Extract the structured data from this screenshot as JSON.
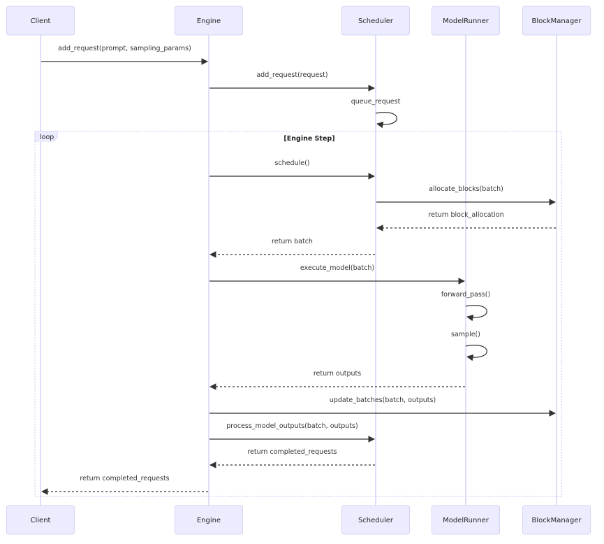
{
  "participants": [
    "Client",
    "Engine",
    "Scheduler",
    "ModelRunner",
    "BlockManager"
  ],
  "loop": {
    "keyword": "loop",
    "title": "[Engine Step]"
  },
  "messages": [
    {
      "from": "Client",
      "to": "Engine",
      "label": "add_request(prompt, sampling_params)",
      "style": "solid"
    },
    {
      "from": "Engine",
      "to": "Scheduler",
      "label": "add_request(request)",
      "style": "solid"
    },
    {
      "from": "Scheduler",
      "to": "Scheduler",
      "label": "queue_request",
      "style": "solid"
    },
    {
      "from": "Engine",
      "to": "Scheduler",
      "label": "schedule()",
      "style": "solid",
      "in_loop": true
    },
    {
      "from": "Scheduler",
      "to": "BlockManager",
      "label": "allocate_blocks(batch)",
      "style": "solid",
      "in_loop": true
    },
    {
      "from": "BlockManager",
      "to": "Scheduler",
      "label": "return block_allocation",
      "style": "dashed",
      "in_loop": true
    },
    {
      "from": "Scheduler",
      "to": "Engine",
      "label": "return batch",
      "style": "dashed",
      "in_loop": true
    },
    {
      "from": "Engine",
      "to": "ModelRunner",
      "label": "execute_model(batch)",
      "style": "solid",
      "in_loop": true
    },
    {
      "from": "ModelRunner",
      "to": "ModelRunner",
      "label": "forward_pass()",
      "style": "solid",
      "in_loop": true
    },
    {
      "from": "ModelRunner",
      "to": "ModelRunner",
      "label": "sample()",
      "style": "solid",
      "in_loop": true
    },
    {
      "from": "ModelRunner",
      "to": "Engine",
      "label": "return outputs",
      "style": "dashed",
      "in_loop": true
    },
    {
      "from": "Engine",
      "to": "BlockManager",
      "label": "update_batches(batch, outputs)",
      "style": "solid",
      "in_loop": true
    },
    {
      "from": "Engine",
      "to": "Scheduler",
      "label": "process_model_outputs(batch, outputs)",
      "style": "solid",
      "in_loop": true
    },
    {
      "from": "Scheduler",
      "to": "Engine",
      "label": "return completed_requests",
      "style": "dashed",
      "in_loop": true
    },
    {
      "from": "Engine",
      "to": "Client",
      "label": "return completed_requests",
      "style": "dashed",
      "in_loop": true
    }
  ],
  "colors": {
    "actor_fill": "#ECECFF",
    "actor_border": "#d6d2f5",
    "line": "#333333"
  }
}
